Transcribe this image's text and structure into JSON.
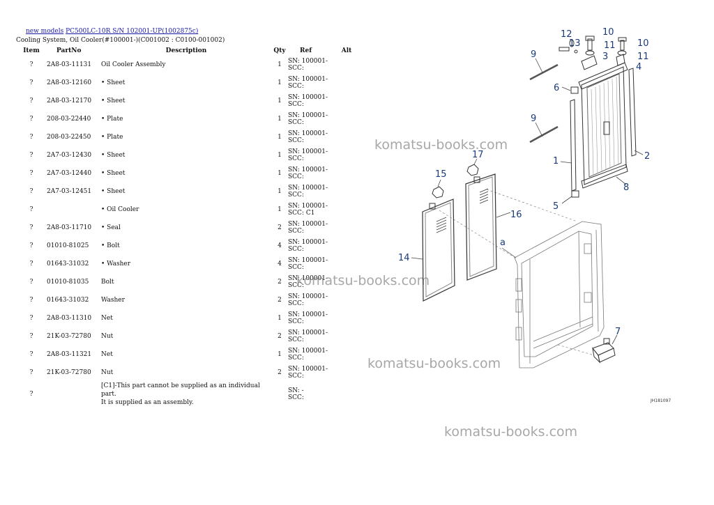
{
  "breadcrumb": {
    "link1": "new models",
    "link2": "PC500LC-10R S/N 102001-UP(1002875c)"
  },
  "subtitle": "Cooling System, Oil Cooler(#100001-)(C001002 : C0100-001002)",
  "columns": {
    "item": "Item",
    "partno": "PartNo",
    "description": "Description",
    "qty": "Qty",
    "ref": "Ref",
    "alt": "Alt"
  },
  "rows": [
    {
      "item": "?",
      "partno": "2A8-03-11131",
      "description": "Oil Cooler Assembly",
      "qty": "1",
      "ref1": "SN: 100001-",
      "ref2": "SCC:"
    },
    {
      "item": "?",
      "partno": "2A8-03-12160",
      "description": "• Sheet",
      "qty": "1",
      "ref1": "SN: 100001-",
      "ref2": "SCC:"
    },
    {
      "item": "?",
      "partno": "2A8-03-12170",
      "description": "• Sheet",
      "qty": "1",
      "ref1": "SN: 100001-",
      "ref2": "SCC:"
    },
    {
      "item": "?",
      "partno": "208-03-22440",
      "description": "• Plate",
      "qty": "1",
      "ref1": "SN: 100001-",
      "ref2": "SCC:"
    },
    {
      "item": "?",
      "partno": "208-03-22450",
      "description": "• Plate",
      "qty": "1",
      "ref1": "SN: 100001-",
      "ref2": "SCC:"
    },
    {
      "item": "?",
      "partno": "2A7-03-12430",
      "description": "• Sheet",
      "qty": "1",
      "ref1": "SN: 100001-",
      "ref2": "SCC:"
    },
    {
      "item": "?",
      "partno": "2A7-03-12440",
      "description": "• Sheet",
      "qty": "1",
      "ref1": "SN: 100001-",
      "ref2": "SCC:"
    },
    {
      "item": "?",
      "partno": "2A7-03-12451",
      "description": "• Sheet",
      "qty": "1",
      "ref1": "SN: 100001-",
      "ref2": "SCC:"
    },
    {
      "item": "?",
      "partno": "",
      "description": "• Oil Cooler",
      "qty": "1",
      "ref1": "SN: 100001-",
      "ref2": "SCC: C1"
    },
    {
      "item": "?",
      "partno": "2A8-03-11710",
      "description": "• Seal",
      "qty": "2",
      "ref1": "SN: 100001-",
      "ref2": "SCC:"
    },
    {
      "item": "?",
      "partno": "01010-81025",
      "description": "• Bolt",
      "qty": "4",
      "ref1": "SN: 100001-",
      "ref2": "SCC:"
    },
    {
      "item": "?",
      "partno": "01643-31032",
      "description": "• Washer",
      "qty": "4",
      "ref1": "SN: 100001-",
      "ref2": "SCC:"
    },
    {
      "item": "?",
      "partno": "01010-81035",
      "description": "Bolt",
      "qty": "2",
      "ref1": "SN: 100001-",
      "ref2": "SCC:"
    },
    {
      "item": "?",
      "partno": "01643-31032",
      "description": "Washer",
      "qty": "2",
      "ref1": "SN: 100001-",
      "ref2": "SCC:"
    },
    {
      "item": "?",
      "partno": "2A8-03-11310",
      "description": "Net",
      "qty": "1",
      "ref1": "SN: 100001-",
      "ref2": "SCC:"
    },
    {
      "item": "?",
      "partno": "21K-03-72780",
      "description": "Nut",
      "qty": "2",
      "ref1": "SN: 100001-",
      "ref2": "SCC:"
    },
    {
      "item": "?",
      "partno": "2A8-03-11321",
      "description": "Net",
      "qty": "1",
      "ref1": "SN: 100001-",
      "ref2": "SCC:"
    },
    {
      "item": "?",
      "partno": "21K-03-72780",
      "description": "Nut",
      "qty": "2",
      "ref1": "SN: 100001-",
      "ref2": "SCC:"
    }
  ],
  "note_row": {
    "item": "?",
    "line1": "[C1]-This part cannot be supplied as an individual part.",
    "line2": "It is supplied as an assembly.",
    "ref1": "SN: -",
    "ref2": "SCC:"
  },
  "watermark": "komatsu-books.com",
  "diagram": {
    "callouts": [
      "12",
      "10",
      "13",
      "11",
      "3",
      "10",
      "11",
      "4",
      "9",
      "6",
      "9",
      "2",
      "1",
      "8",
      "5",
      "17",
      "15",
      "16",
      "14",
      "a",
      "7"
    ],
    "drawing_code": "JH181097"
  }
}
